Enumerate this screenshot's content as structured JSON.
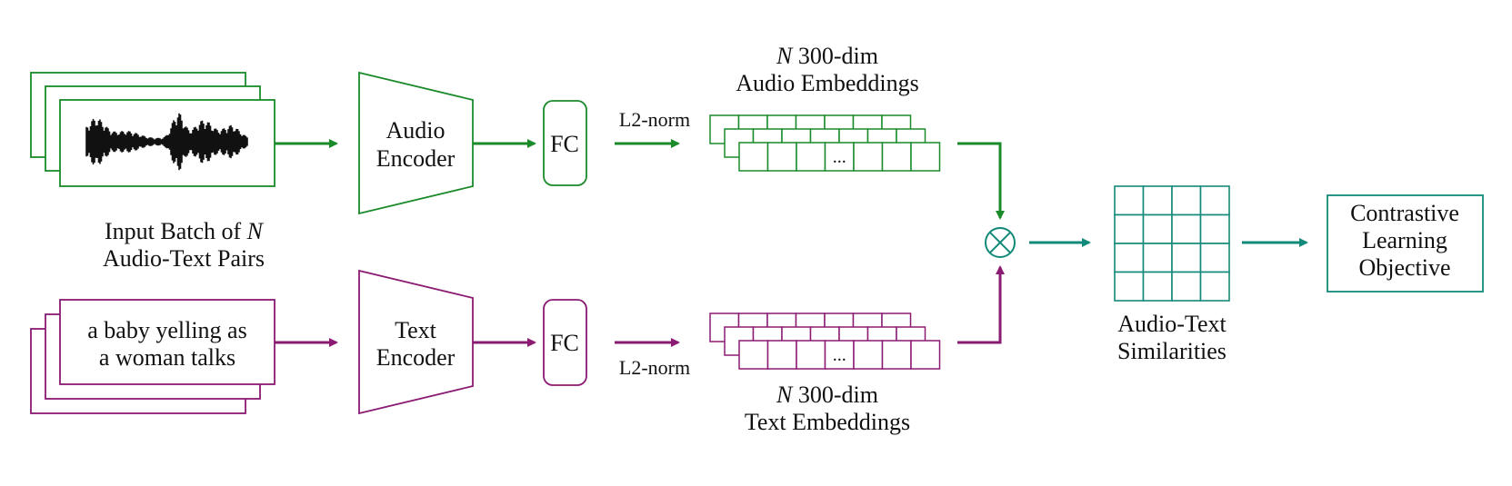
{
  "colors": {
    "audio": "#1a8a2a",
    "text": "#8b1a72",
    "teal": "#128a7a",
    "ink": "#111111"
  },
  "input": {
    "caption_line1_prefix": "Input Batch of ",
    "caption_line1_var": "N",
    "caption_line2": "Audio-Text Pairs",
    "text_sample_line1": "a baby yelling as",
    "text_sample_line2": "a woman talks"
  },
  "audio_branch": {
    "encoder_line1": "Audio",
    "encoder_line2": "Encoder",
    "fc": "FC",
    "norm": "L2-norm",
    "emb_var": "N",
    "emb_line1": " 300-dim",
    "emb_line2": "Audio Embeddings",
    "ellipsis": "..."
  },
  "text_branch": {
    "encoder_line1": "Text",
    "encoder_line2": "Encoder",
    "fc": "FC",
    "norm": "L2-norm",
    "emb_var": "N",
    "emb_line1": " 300-dim",
    "emb_line2": "Text Embeddings",
    "ellipsis": "..."
  },
  "similarity": {
    "line1": "Audio-Text",
    "line2": "Similarities"
  },
  "objective": {
    "line1": "Contrastive",
    "line2": "Learning",
    "line3": "Objective"
  }
}
